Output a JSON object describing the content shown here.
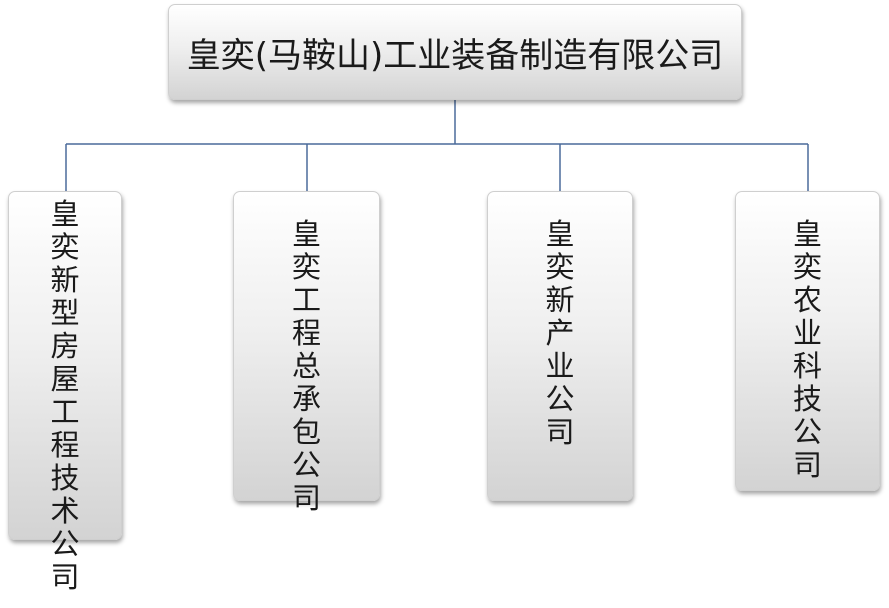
{
  "root": {
    "label": "皇奕(马鞍山)工业装备制造有限公司"
  },
  "children": [
    {
      "label": "皇奕新型房屋工程技术公司"
    },
    {
      "label": "皇奕工程总承包公司"
    },
    {
      "label": "皇奕新产业公司"
    },
    {
      "label": "皇奕农业科技公司"
    }
  ],
  "colors": {
    "connector": "#4a6a9a"
  }
}
